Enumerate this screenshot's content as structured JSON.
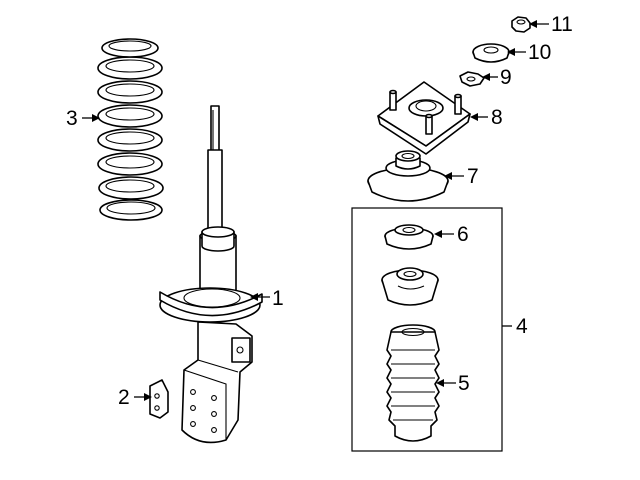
{
  "diagram": {
    "callouts": {
      "c1": "1",
      "c2": "2",
      "c3": "3",
      "c4": "4",
      "c5": "5",
      "c6": "6",
      "c7": "7",
      "c8": "8",
      "c9": "9",
      "c10": "10",
      "c11": "11"
    },
    "parts": [
      "strut-assembly",
      "bracket",
      "coil-spring",
      "strut-mount-kit",
      "dust-boot",
      "bump-stop-cap",
      "upper-spring-seat",
      "upper-mount",
      "washer",
      "bearing-plate",
      "nut"
    ],
    "colors": {
      "line": "#000000",
      "fill": "#ffffff",
      "background": "#ffffff"
    }
  }
}
